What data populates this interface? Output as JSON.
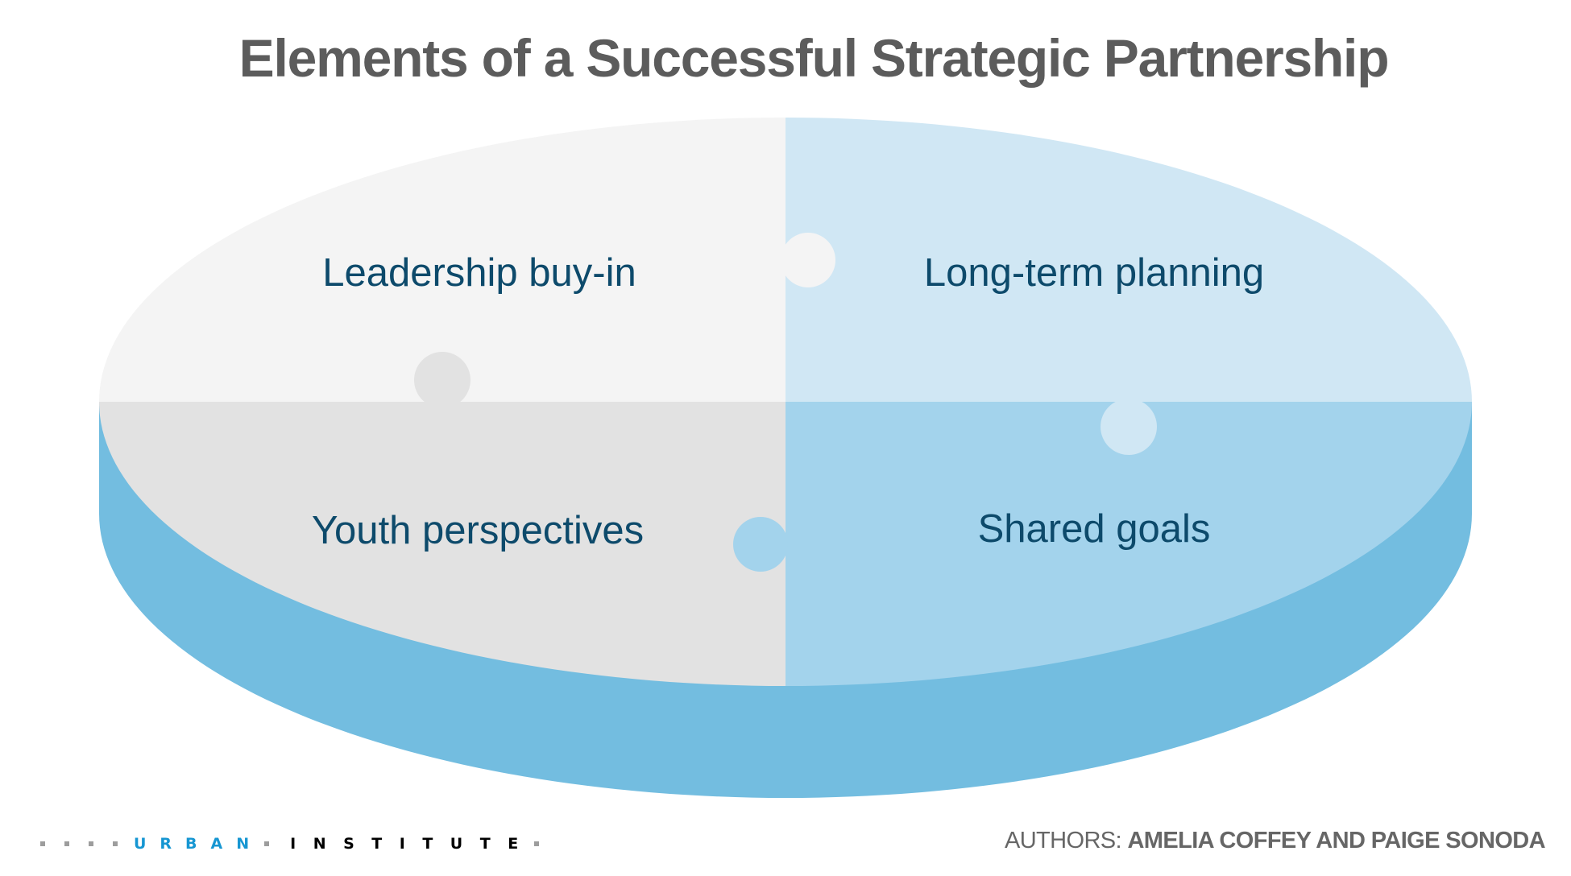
{
  "title": "Elements of a Successful Strategic Partnership",
  "diagram": {
    "type": "puzzle-ellipse",
    "colors": {
      "side": "#73bde0",
      "top_left": "#f4f4f4",
      "top_right": "#d0e7f4",
      "bottom_left": "#e2e2e2",
      "bottom_right": "#a3d3ec",
      "label": "#0d4a6b"
    },
    "quadrants": [
      {
        "position": "top-left",
        "label": "Leadership buy-in"
      },
      {
        "position": "top-right",
        "label": "Long-term planning"
      },
      {
        "position": "bottom-left",
        "label": "Youth perspectives"
      },
      {
        "position": "bottom-right",
        "label": "Shared goals"
      }
    ]
  },
  "footer": {
    "logo": {
      "part1": "URBAN",
      "part2": "INSTITUTE",
      "part1_color": "#1696d2",
      "part2_color": "#000000"
    },
    "authors_label": "AUTHORS:",
    "authors_names": "AMELIA COFFEY AND PAIGE SONODA"
  }
}
